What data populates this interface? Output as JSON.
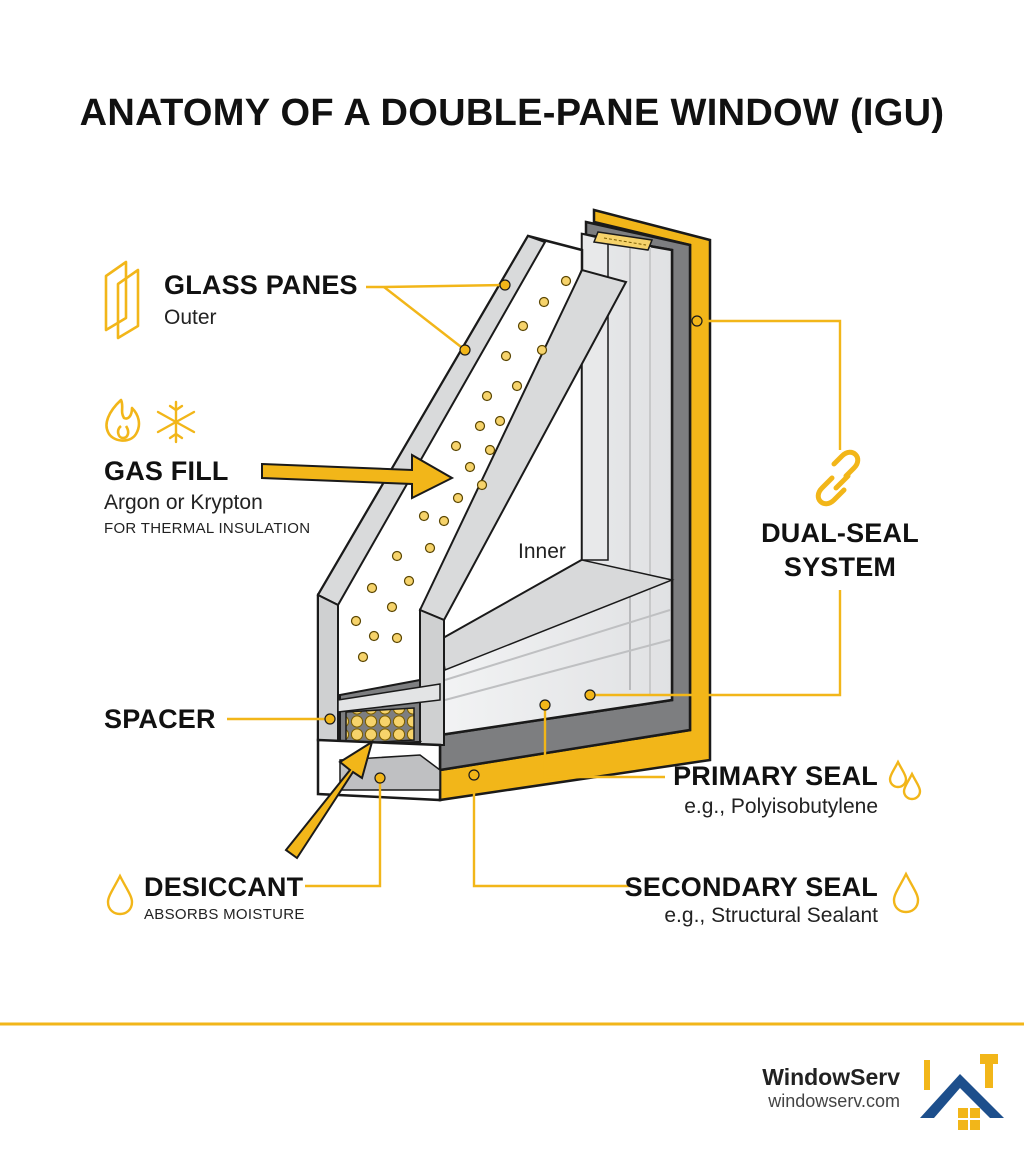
{
  "title": "ANATOMY OF A DOUBLE-PANE WINDOW (IGU)",
  "glass_panes": {
    "heading": "GLASS PANES",
    "outer": "Outer",
    "inner": "Inner"
  },
  "gas_fill": {
    "heading": "GAS FILL",
    "detail": "Argon or Krypton",
    "note": "FOR THERMAL INSULATION"
  },
  "spacer": {
    "heading": "SPACER"
  },
  "desiccant": {
    "heading": "DESICCANT",
    "note": "ABSORBS MOISTURE"
  },
  "dual_seal": {
    "line1": "DUAL-SEAL",
    "line2": "SYSTEM"
  },
  "primary_seal": {
    "heading": "PRIMARY SEAL",
    "detail": "e.g., Polyisobutylene"
  },
  "secondary_seal": {
    "heading": "SECONDARY SEAL",
    "detail": "e.g., Structural Sealant"
  },
  "brand": {
    "name": "WindowServ",
    "url": "windowserv.com"
  },
  "icons": [
    "glass-panes-icon",
    "flame-icon",
    "snowflake-icon",
    "chain-link-icon",
    "droplet-icon",
    "house-logo-icon"
  ],
  "colors": {
    "accent": "#f2b619",
    "outline": "#1a1a1a",
    "glass": "#d9dadb",
    "frame": "#c8c9ca"
  }
}
